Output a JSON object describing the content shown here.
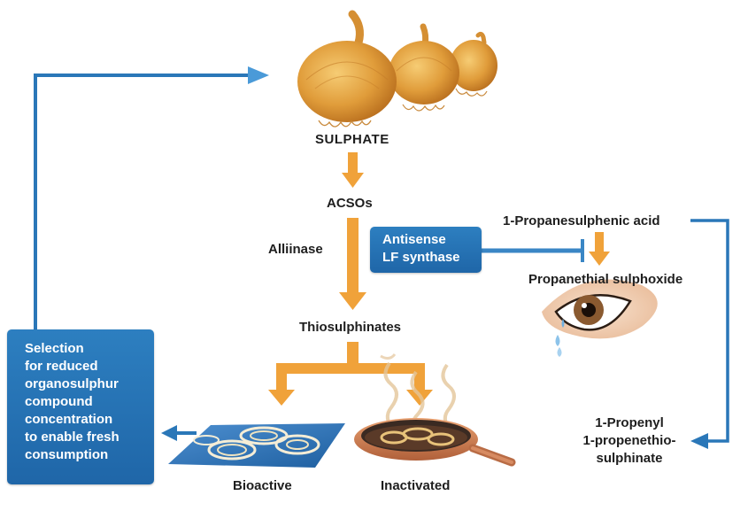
{
  "labels": {
    "sulphate": "SULPHATE",
    "acsos": "ACSOs",
    "alliinase": "Alliinase",
    "thiosulphinates": "Thiosulphinates",
    "propanesulphenic": "1-Propanesulphenic acid",
    "propanethial": "Propanethial sulphoxide",
    "propenyl": [
      "1-Propenyl",
      "1-propenethio-",
      "sulphinate"
    ],
    "bioactive": "Bioactive",
    "inactivated": "Inactivated"
  },
  "antisense_box": [
    "Antisense",
    "LF synthase"
  ],
  "selection_box": [
    "Selection",
    "for reduced",
    "organosulphur",
    "compound",
    "concentration",
    "to enable fresh",
    "consumption"
  ],
  "colors": {
    "orange_arrow": "#f0a23a",
    "blue_arrow": "#2a77b8",
    "box_blue": "#2570b3",
    "onion": "#e3a242"
  }
}
